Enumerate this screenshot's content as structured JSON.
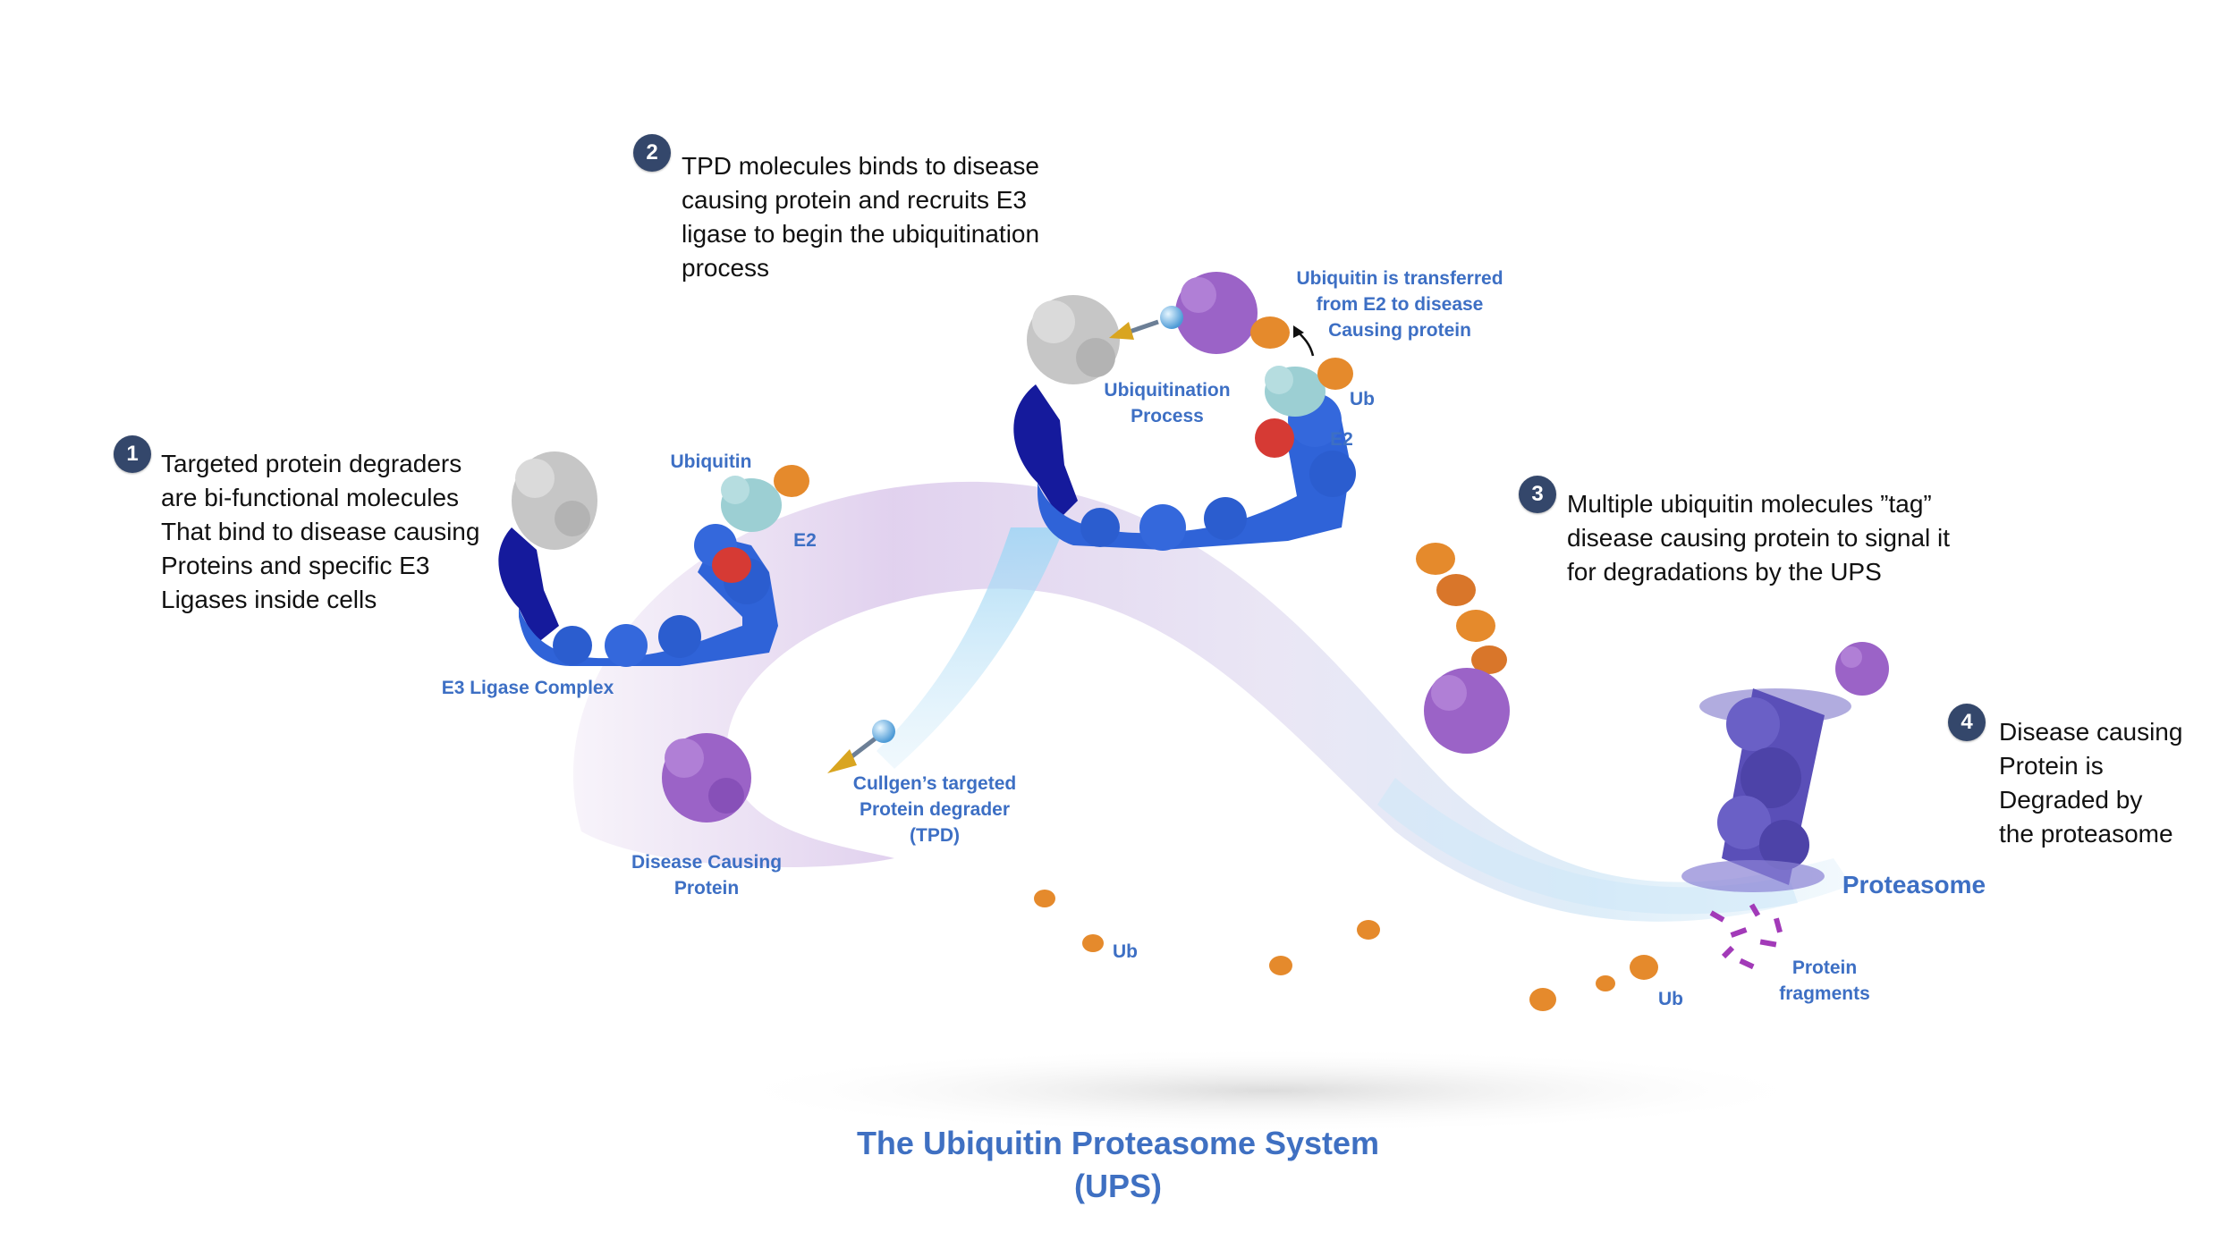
{
  "title": "The Ubiquitin Proteasome System\n(UPS)",
  "steps": [
    {
      "number": "1",
      "text": "Targeted protein degraders\nare bi-functional molecules\nThat bind to disease causing\nProteins and specific E3\nLigases inside cells"
    },
    {
      "number": "2",
      "text": "TPD molecules binds to disease\ncausing protein and recruits E3\nligase to begin the ubiquitination\nprocess"
    },
    {
      "number": "3",
      "text": "Multiple ubiquitin molecules ”tag”\ndisease causing protein to signal it\nfor degradations by the UPS"
    },
    {
      "number": "4",
      "text": "Disease causing\nProtein is\nDegraded by\nthe proteasome"
    }
  ],
  "labels": {
    "ubiquitin": "Ubiquitin",
    "e2_left": "E2",
    "e3_complex": "E3 Ligase Complex",
    "disease_protein": "Disease Causing\nProtein",
    "tpd": "Cullgen’s targeted\nProtein degrader\n(TPD)",
    "ubiquitination": "Ubiquitination\nProcess",
    "transfer": "Ubiquitin is transferred\nfrom E2 to disease\nCausing protein",
    "ub_top": "Ub",
    "e2_top": "E2",
    "ub_mid": "Ub",
    "ub_right": "Ub",
    "proteasome": "Proteasome",
    "fragments": "Protein\nfragments"
  },
  "colors": {
    "accent_blue": "#3d6fc4",
    "badge": "#34476b",
    "e3_blue": "#2f63d8",
    "e3_dark": "#151a9c",
    "grey_protein": "#c6c6c6",
    "e2_teal": "#9ccfd3",
    "red": "#d63a34",
    "ubiquitin_orange": "#e58a2c",
    "disease_purple": "#9b63c7",
    "proteasome_violet": "#5a4fb8"
  }
}
